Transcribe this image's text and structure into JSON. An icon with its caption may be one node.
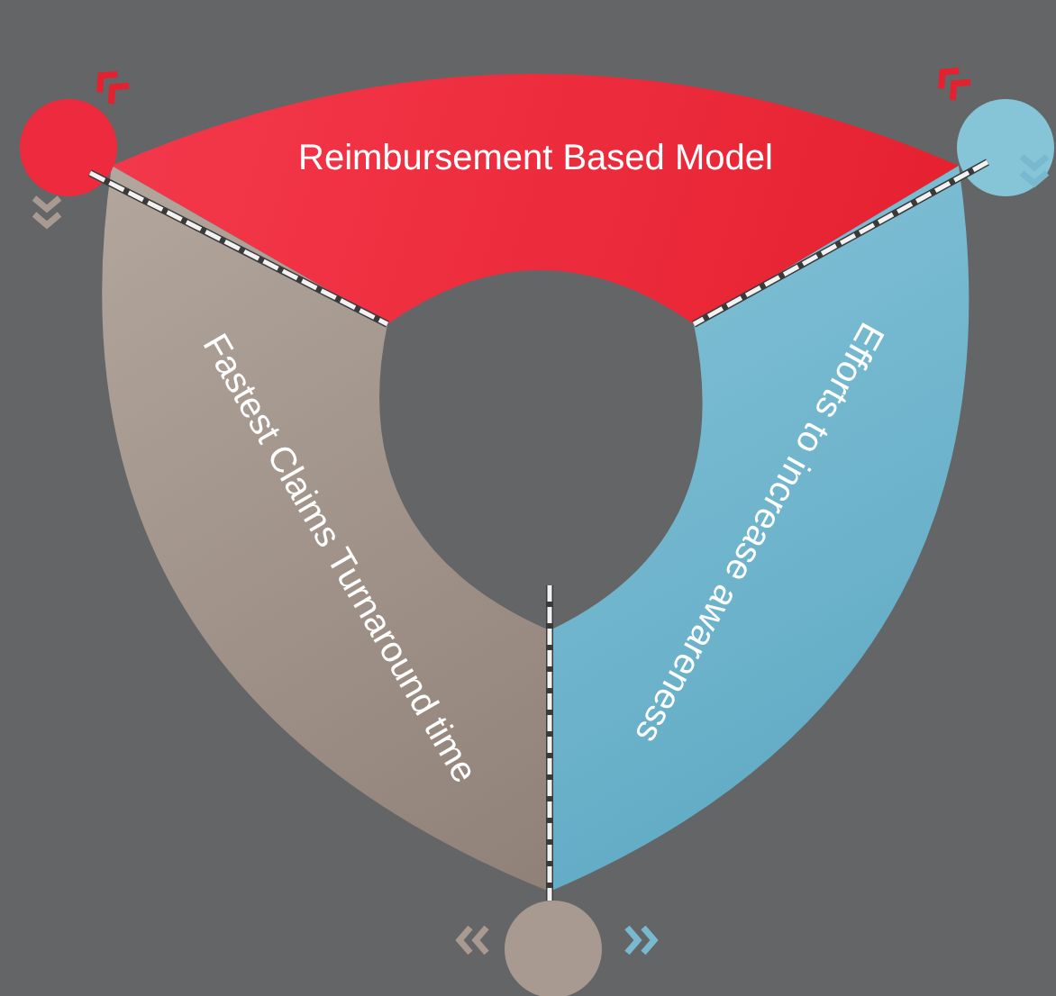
{
  "diagram": {
    "nodes": [
      {
        "text": [
          "Reimbursement Based Model"
        ]
      },
      {
        "text": [
          "Fastest Claims Turnaround time"
        ]
      },
      {
        "text": [
          "Efforts to increase awareness"
        ]
      },
      {
        "text": [],
        "shape": "circle"
      },
      {
        "text": [],
        "shape": "circle"
      },
      {
        "text": [],
        "shape": "circle"
      }
    ]
  }
}
